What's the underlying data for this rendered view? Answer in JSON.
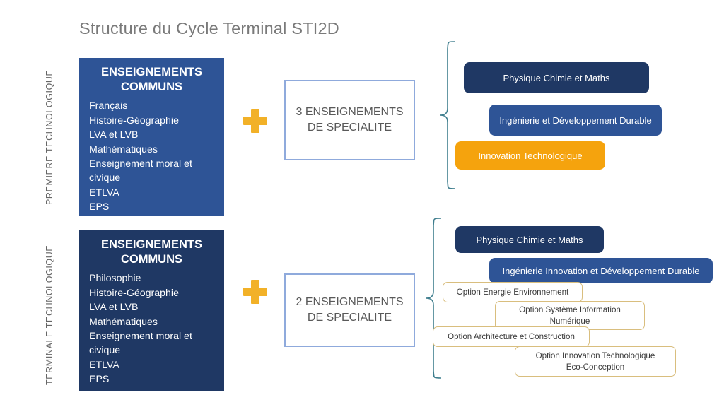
{
  "title": "Structure du Cycle Terminal STI2D",
  "stages": {
    "premiere": "PREMIERE TECHNOLOGIQUE",
    "terminale": "TERMINALE TECHNOLOGIQUE"
  },
  "common_premiere": {
    "title": "ENSEIGNEMENTS COMMUNS",
    "subjects": [
      "Français",
      "Histoire-Géographie",
      "LVA et LVB",
      "Mathématiques",
      "Enseignement moral et civique",
      "ETLVA",
      "EPS"
    ]
  },
  "common_terminale": {
    "title": "ENSEIGNEMENTS COMMUNS",
    "subjects": [
      "Philosophie",
      "Histoire-Géographie",
      "LVA et LVB",
      "Mathématiques",
      "Enseignement moral et civique",
      "ETLVA",
      "EPS"
    ]
  },
  "specialty_premiere": {
    "label": "3 ENSEIGNEMENTS DE SPECIALITE",
    "line1": "3 ENSEIGNEMENTS",
    "line2": "DE SPECIALITE"
  },
  "specialty_terminale": {
    "label": "2 ENSEIGNEMENTS DE SPECIALITE",
    "line1": "2 ENSEIGNEMENTS",
    "line2": "DE SPECIALITE"
  },
  "premiere_specialties": [
    {
      "label": "Physique Chimie et Maths",
      "color": "#1F3864"
    },
    {
      "label": "Ingénierie et Développement Durable",
      "color": "#2E5496"
    },
    {
      "label": "Innovation Technologique",
      "color": "#F5A30D"
    }
  ],
  "terminale_specialties": [
    {
      "label": "Physique Chimie et Maths",
      "color": "#1F3864"
    },
    {
      "label": "Ingénierie Innovation et Développement Durable",
      "color": "#2E5496"
    }
  ],
  "terminale_options": [
    {
      "label": "Option Energie Environnement"
    },
    {
      "label": "Option Système Information Numérique",
      "line1": "Option Système Information",
      "line2": "Numérique"
    },
    {
      "label": "Option Architecture et Construction"
    },
    {
      "label": "Option Innovation Technologique Eco-Conception",
      "line1": "Option Innovation Technologique",
      "line2": "Eco-Conception"
    }
  ],
  "colors": {
    "title_gray": "#7a7a7a",
    "navy": "#1F3864",
    "blue": "#2E5496",
    "amber": "#F5A30D",
    "plus_gold": "#F2B128",
    "spec_border": "#8FAADC",
    "option_border": "#D9BE7E",
    "brace": "#3F7E8E"
  },
  "plus_symbol": "+"
}
